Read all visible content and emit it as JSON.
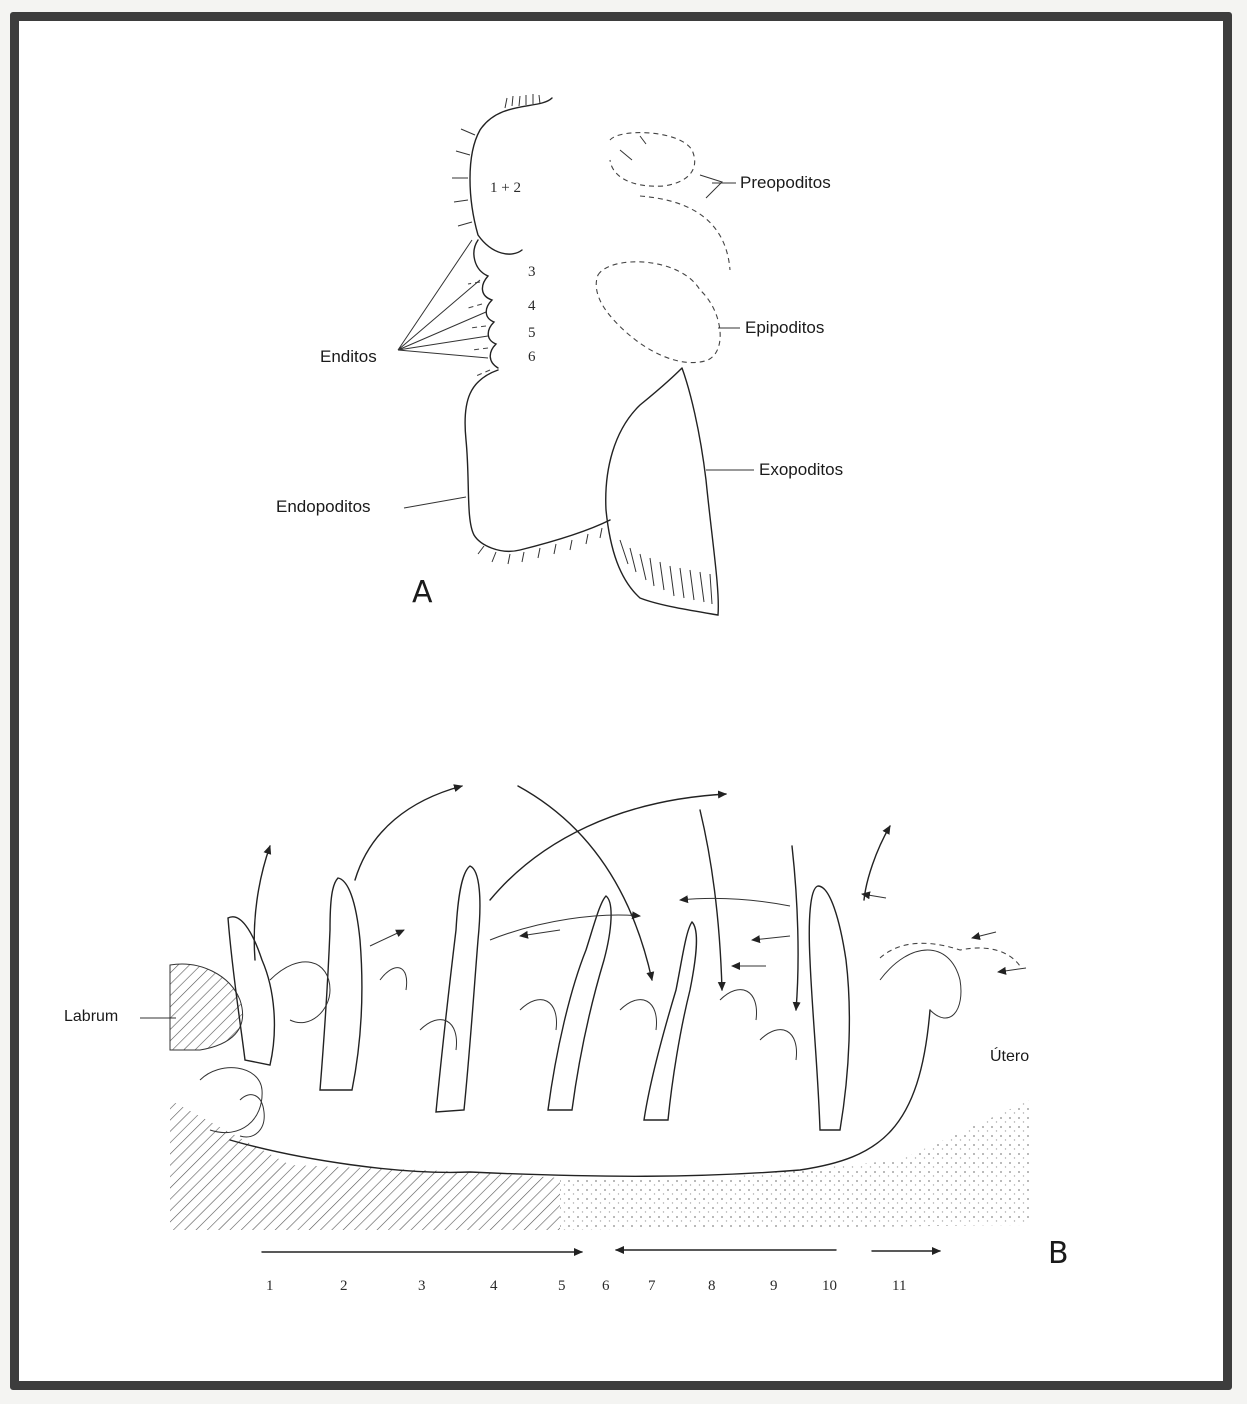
{
  "figure_a": {
    "letter": "A",
    "labels": {
      "preopoditos": "Preopoditos",
      "epipoditos": "Epipoditos",
      "enditos": "Enditos",
      "exopoditos": "Exopoditos",
      "endopoditos": "Endopoditos"
    },
    "endite_numbers": [
      "1 + 2",
      "3",
      "4",
      "5",
      "6"
    ]
  },
  "figure_b": {
    "letter": "B",
    "labels": {
      "labrum": "Labrum",
      "utero": "Útero"
    },
    "segment_numbers": [
      "1",
      "2",
      "3",
      "4",
      "5",
      "6",
      "7",
      "8",
      "9",
      "10",
      "11"
    ]
  },
  "colors": {
    "ink": "#222222",
    "frame": "#3d3d3d",
    "paper": "#ffffff"
  }
}
